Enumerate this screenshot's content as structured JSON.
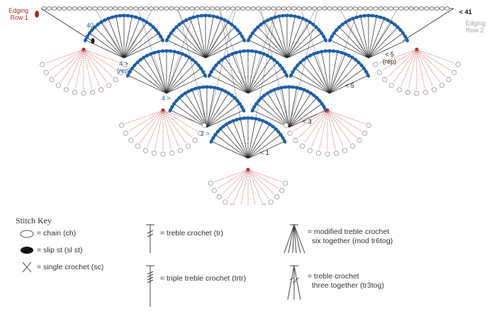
{
  "labels": {
    "edging_row_1": "Edging\nRow 1",
    "edging_row_2": "Edging\nRow 2",
    "row_41": "< 41",
    "row_40": "40",
    "row_4_rep_left": "4 >\n(rep)",
    "row_5_rep_right": "< 5\n(rep)",
    "row_4": "4 >",
    "row_5": "< 5",
    "row_3": "< 3",
    "row_2": "2 >",
    "row_1": "< 1"
  },
  "stitch_key": {
    "title": "Stitch Key",
    "items": [
      {
        "symbol": "chain-icon",
        "text": "= chain (ch)"
      },
      {
        "symbol": "slip-stitch-icon",
        "text": "= slip st (sl st)"
      },
      {
        "symbol": "single-crochet-icon",
        "text": "= single crochet (sc)"
      },
      {
        "symbol": "treble-crochet-icon",
        "text": "= treble crochet (tr)"
      },
      {
        "symbol": "triple-treble-icon",
        "text": "= triple treble crochet (trtr)"
      },
      {
        "symbol": "mod-treble-six-icon",
        "text": "= modified treble crochet\n  six together (mod tr6tog)"
      },
      {
        "symbol": "treble-three-icon",
        "text": "= treble crochet\n  three together (tr3tog)"
      }
    ]
  },
  "colors": {
    "blue": "#1f5fa8",
    "red": "#b22a2a",
    "pink": "#d98a8a",
    "grey": "#9a9a9a",
    "black": "#111111"
  }
}
